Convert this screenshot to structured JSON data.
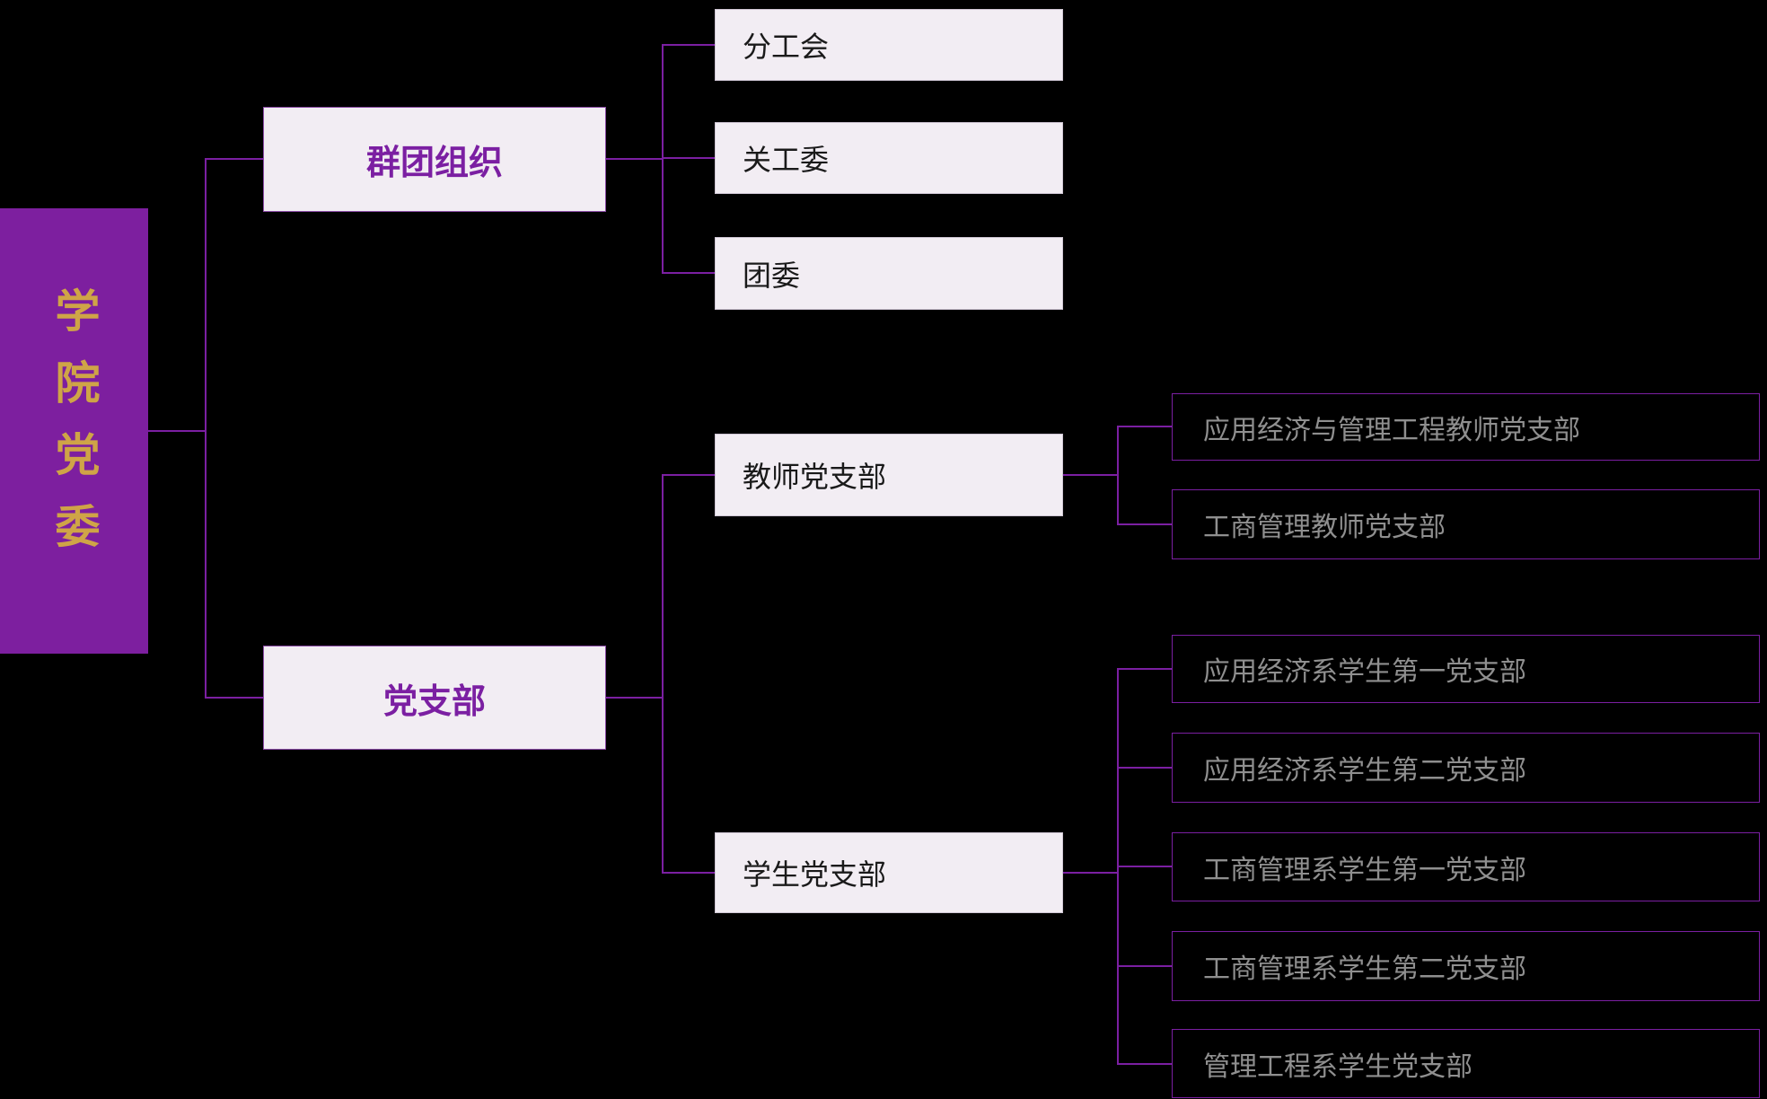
{
  "tree": {
    "root": {
      "label": "学院党委"
    },
    "branches": [
      {
        "label": "群团组织",
        "children": [
          {
            "label": "分工会"
          },
          {
            "label": "关工委"
          },
          {
            "label": "团委"
          }
        ]
      },
      {
        "label": "党支部",
        "children": [
          {
            "label": "教师党支部",
            "children": [
              {
                "label": "应用经济与管理工程教师党支部"
              },
              {
                "label": "工商管理教师党支部"
              }
            ]
          },
          {
            "label": "学生党支部",
            "children": [
              {
                "label": "应用经济系学生第一党支部"
              },
              {
                "label": "应用经济系学生第二党支部"
              },
              {
                "label": "工商管理系学生第一党支部"
              },
              {
                "label": "工商管理系学生第二党支部"
              },
              {
                "label": "管理工程系学生党支部"
              }
            ]
          }
        ]
      }
    ]
  },
  "colors": {
    "background": "#000000",
    "root_bg": "#7D1F9F",
    "root_text": "#CFA447",
    "accent": "#7B1FA2",
    "node_bg": "#F2EDF3",
    "mid_text": "#1A1A1A",
    "leaf_text": "#8F8F8F"
  }
}
